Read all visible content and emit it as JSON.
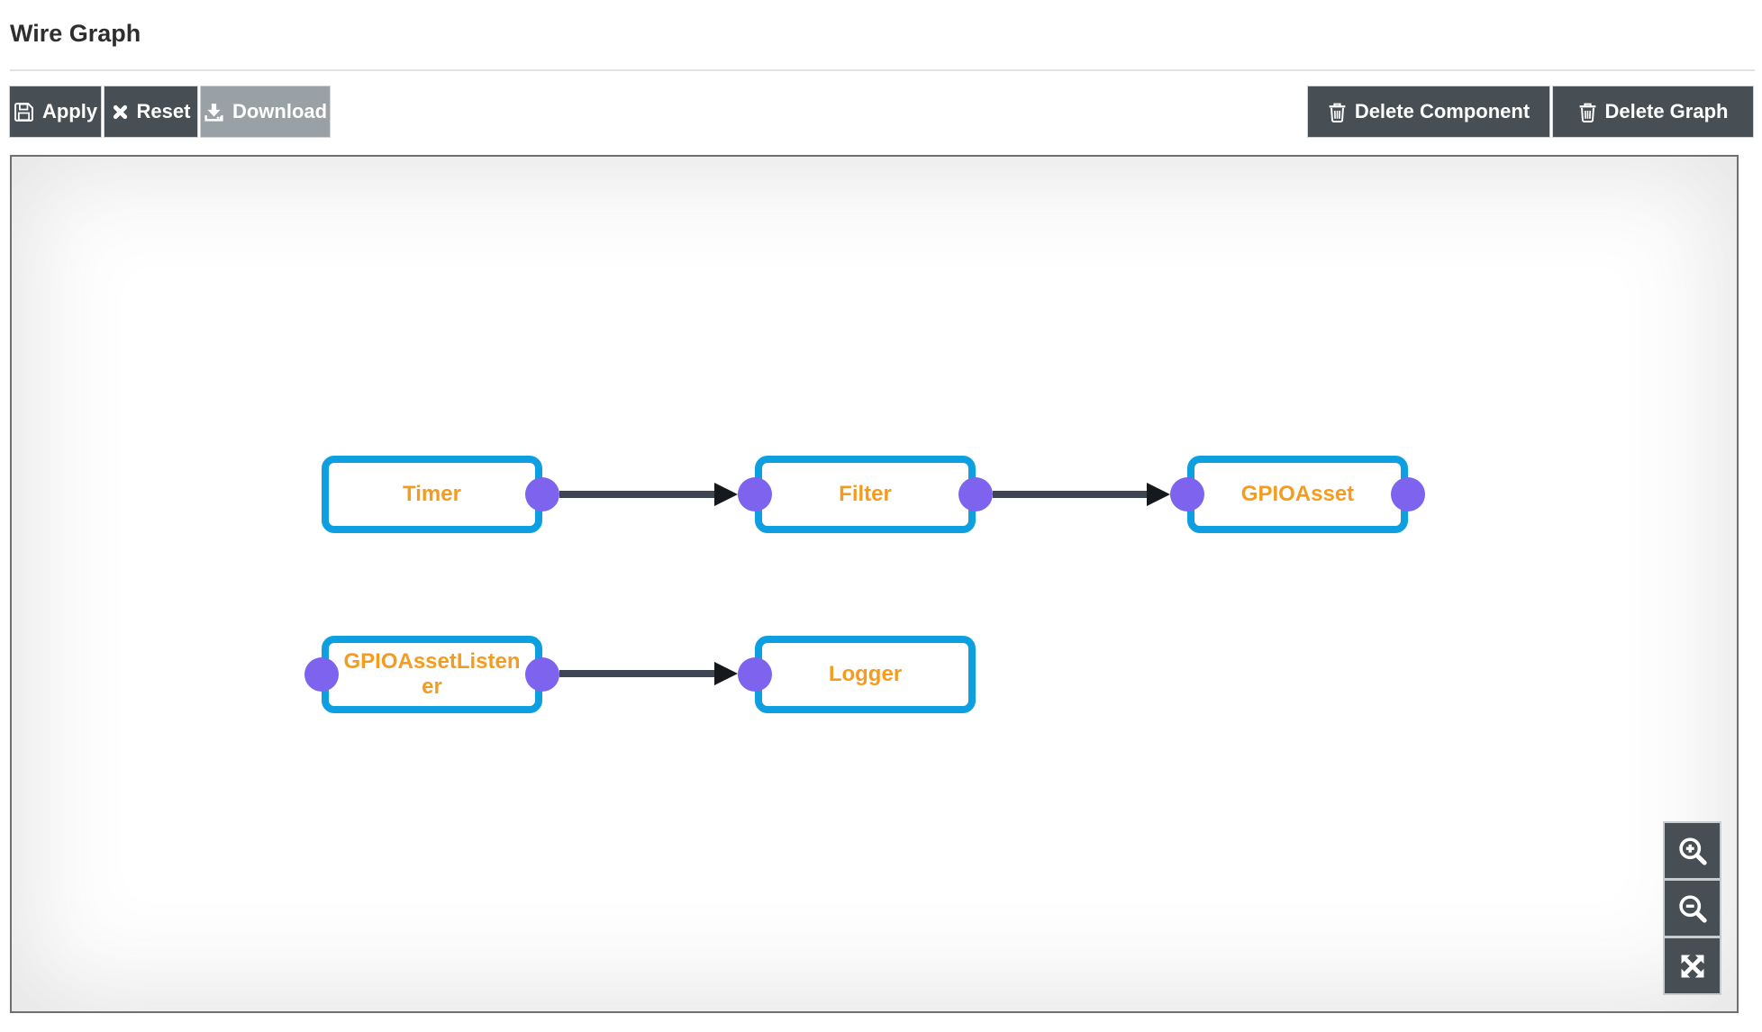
{
  "page": {
    "title": "Wire Graph"
  },
  "toolbar": {
    "apply_label": "Apply",
    "reset_label": "Reset",
    "download_label": "Download",
    "delete_component_label": "Delete Component",
    "delete_graph_label": "Delete Graph"
  },
  "canvas": {
    "nodes": [
      {
        "label": "Timer",
        "ports": [
          "output"
        ]
      },
      {
        "label": "Filter",
        "ports": [
          "input",
          "output"
        ]
      },
      {
        "label": "GPIOAsset",
        "ports": [
          "input",
          "output"
        ]
      },
      {
        "label": "GPIOAssetListener",
        "ports": [
          "input",
          "output"
        ]
      },
      {
        "label": "Logger",
        "ports": [
          "input"
        ]
      }
    ],
    "wires": [
      {
        "from": "Timer",
        "to": "Filter"
      },
      {
        "from": "Filter",
        "to": "GPIOAsset"
      },
      {
        "from": "GPIOAssetListener",
        "to": "Logger"
      }
    ],
    "zoom_controls": [
      "zoom-in",
      "zoom-out",
      "fit-to-screen"
    ]
  },
  "colors": {
    "node_border": "#0d9fe0",
    "node_label": "#f39c1f",
    "port": "#7e63ee",
    "wire": "#3e4653",
    "arrow": "#15181d",
    "button_dark": "#474e54",
    "button_disabled": "#9aa1a6",
    "canvas_border": "#6f6f6f"
  }
}
